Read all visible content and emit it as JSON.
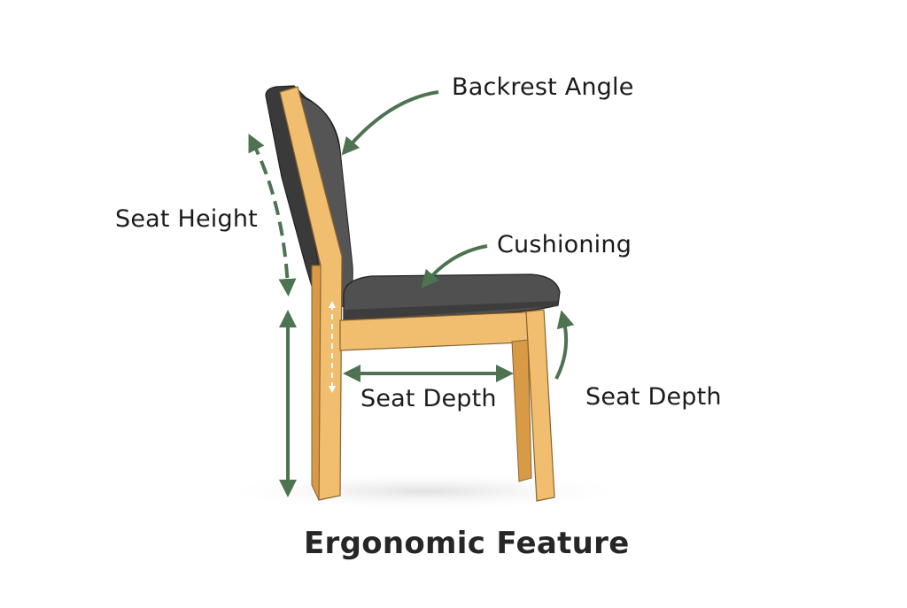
{
  "diagram": {
    "title": "Ergonomic Feature",
    "subject": "Side view of a wooden chair with grey upholstered backrest and seat",
    "colors": {
      "background": "#ffffff",
      "annotation_arrow": "#4e7350",
      "wood": "#f0be6e",
      "wood_dark": "#d99a45",
      "upholstery": "#4d4d4d",
      "upholstery_dark": "#3a3a3a",
      "text": "#1b1b1b"
    },
    "labels": [
      {
        "id": "backrest-angle",
        "text": "Backrest Angle"
      },
      {
        "id": "seat-height",
        "text": "Seat Height"
      },
      {
        "id": "cushioning",
        "text": "Cushioning"
      },
      {
        "id": "seat-depth-center",
        "text": "Seat Depth"
      },
      {
        "id": "seat-depth-right",
        "text": "Seat Depth"
      }
    ]
  }
}
